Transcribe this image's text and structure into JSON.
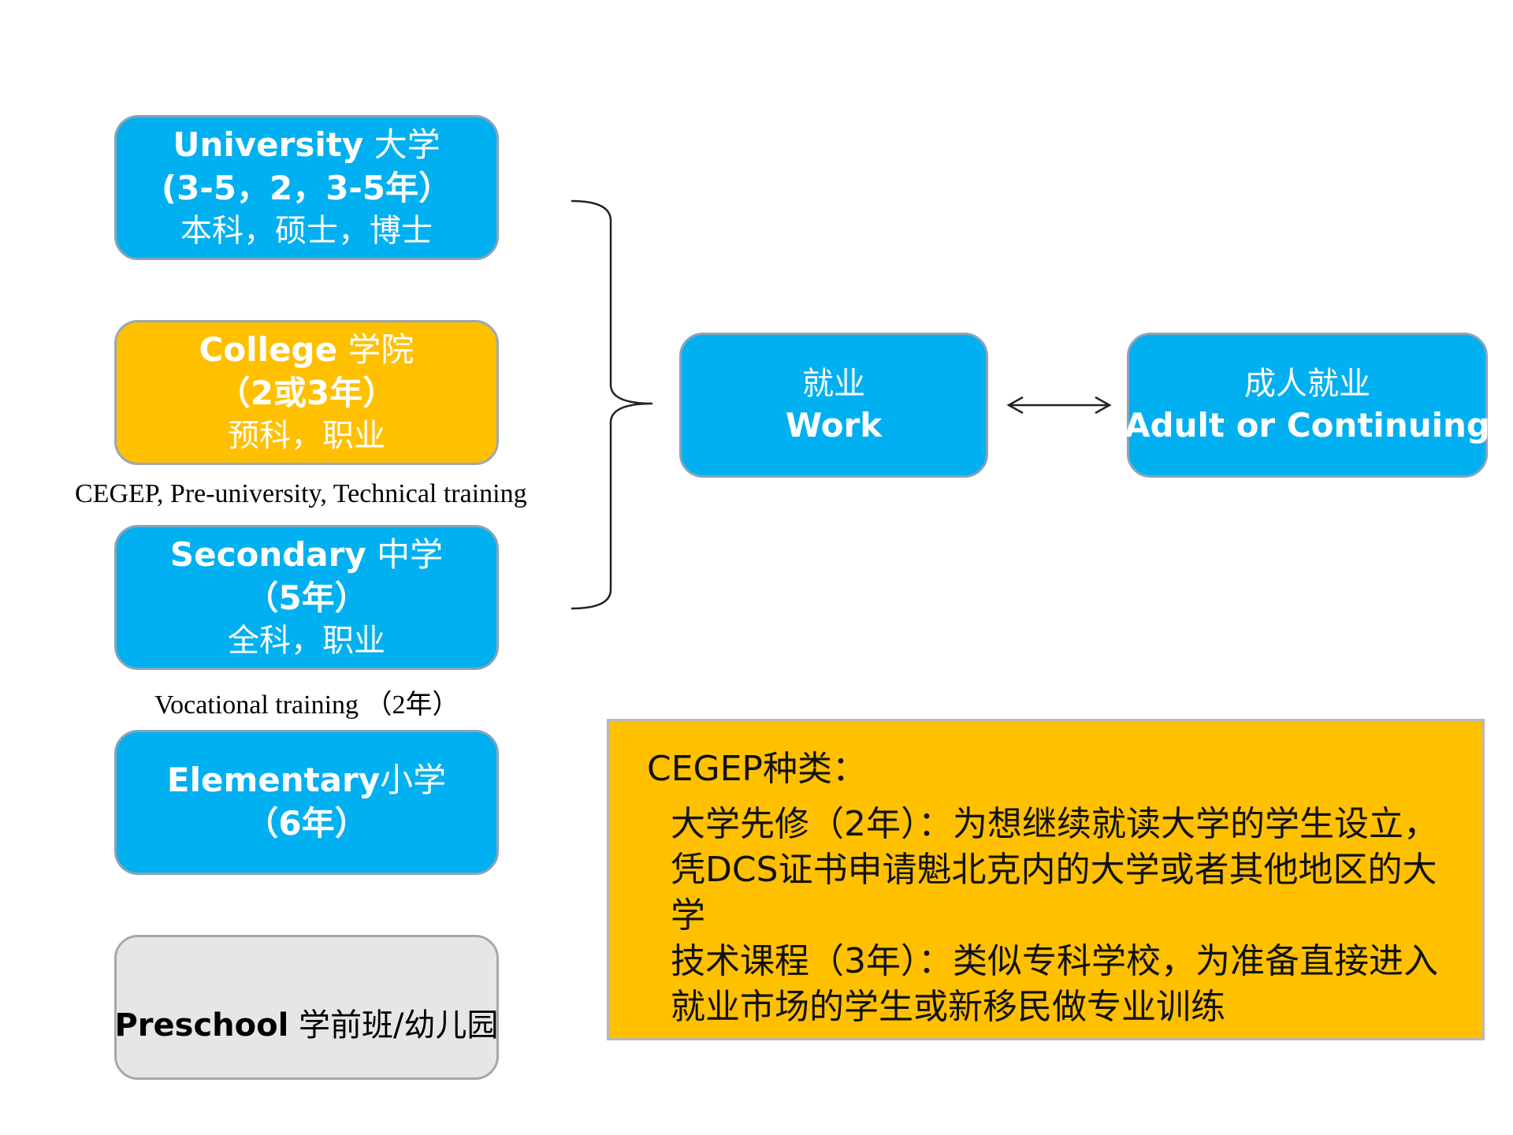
{
  "boxes": {
    "university": {
      "name": "University",
      "name_cn": "大学",
      "years": "(3-5，2，3-5年）",
      "detail": "本科，硕士，博士"
    },
    "college": {
      "name": "College",
      "name_cn": "学院",
      "years": "（2或3年）",
      "detail": "预科，职业"
    },
    "secondary": {
      "name": "Secondary",
      "name_cn": "中学",
      "years": "（5年）",
      "detail": "全科，职业"
    },
    "elementary": {
      "name": "Elementary",
      "name_cn": "小学",
      "years": "（6年）"
    },
    "preschool": {
      "name": "Preschool",
      "name_cn": "学前班/幼儿园"
    },
    "work": {
      "name_cn": "就业",
      "name": "Work"
    },
    "adult": {
      "name_cn": "成人就业",
      "name": "Adult or Continuing"
    }
  },
  "labels": {
    "cegep": "CEGEP, Pre-university, Technical training",
    "vocational": "Vocational training （2年）"
  },
  "note": {
    "title": "CEGEP种类：",
    "paragraph1": "大学先修（2年）：为想继续就读大学的学生设立，凭DCS证书申请魁北克内的大学或者其他地区的大学",
    "paragraph2": "技术课程（3年）：类似专科学校，为准备直接进入就业市场的学生或新移民做专业训练"
  },
  "colors": {
    "blue": "#00b0f0",
    "gold": "#ffc000",
    "gray": "#e6e6e6"
  }
}
